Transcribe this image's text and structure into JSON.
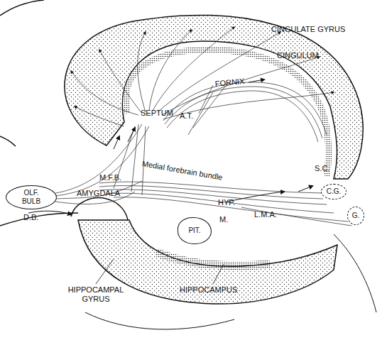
{
  "diagram": {
    "nodes": [
      {
        "text": [
          "OLF. BULB"
        ]
      },
      {
        "text": [
          "PIT."
        ]
      },
      {
        "text": [
          "C.G."
        ]
      },
      {
        "text": [
          "G."
        ]
      }
    ],
    "labels": [
      "CINGULATE GYRUS",
      "CINGULUM",
      "FORNIX",
      "SEPTUM",
      "A.T.",
      "M.F.B.",
      "Medial forebrain bundle",
      "D.B.",
      "AMYGDALA",
      "HYP.",
      "M.",
      "L.M.A.",
      "S.C.",
      "HIPPOCAMPAL GYRUS",
      "HIPPOCAMPUS"
    ]
  }
}
